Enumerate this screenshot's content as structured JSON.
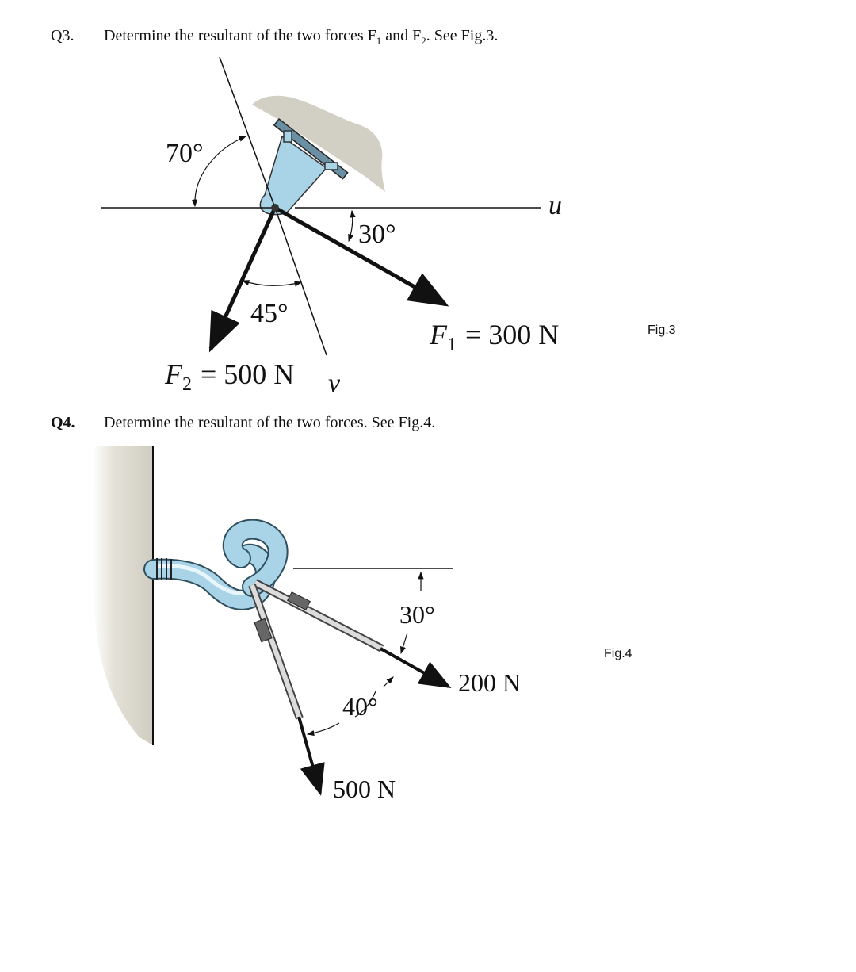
{
  "q3": {
    "number": "Q3.",
    "text_before": "Determine the resultant of the two forces F",
    "sub1": "1",
    "text_mid": " and F",
    "sub2": "2",
    "text_after": ". See Fig.3.",
    "fig_label": "Fig.3",
    "angle_70": "70°",
    "angle_30": "30°",
    "angle_45": "45°",
    "axis_u": "u",
    "axis_v": "v",
    "f1_symbol": "F",
    "f1_sub": "1",
    "f1_value": " = 300 N",
    "f2_symbol": "F",
    "f2_sub": "2",
    "f2_value": " = 500 N"
  },
  "q4": {
    "number": "Q4.",
    "text": "Determine the resultant of the two forces. See Fig.4.",
    "fig_label": "Fig.4",
    "angle_30": "30°",
    "angle_40": "40°",
    "force_200": "200 N",
    "force_500": "500 N"
  },
  "colors": {
    "part_blue": "#a9d3e6",
    "ground_gray": "#d2d0c4",
    "ink": "#111111"
  }
}
